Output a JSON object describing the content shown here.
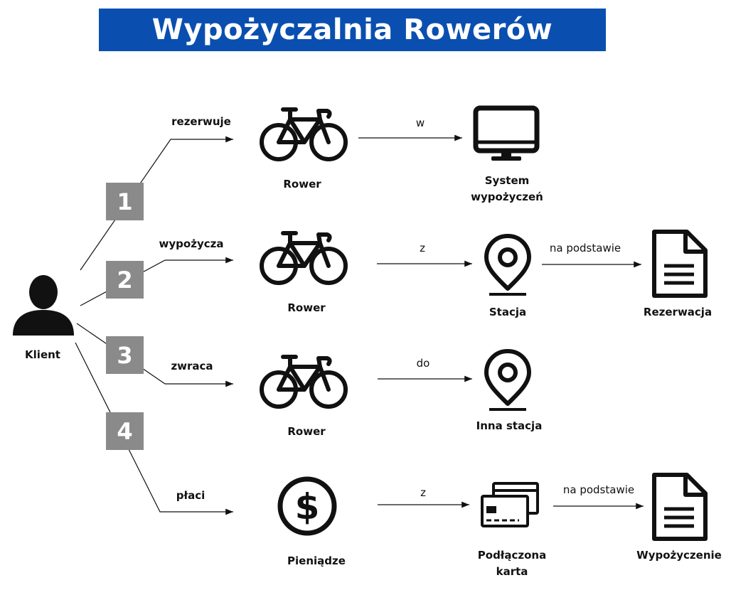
{
  "title": "Wypożyczalnia Rowerów",
  "client": {
    "label": "Klient",
    "icon": "person-icon"
  },
  "steps": [
    {
      "number": "1",
      "verb": "rezerwuje",
      "object": "Rower",
      "preposition": "w",
      "target": "System wypożyczeń",
      "target_line1": "System",
      "target_line2": "wypożyczeń"
    },
    {
      "number": "2",
      "verb": "wypożycza",
      "object": "Rower",
      "preposition": "z",
      "target": "Stacja",
      "relation": "na podstawie",
      "source": "Rezerwacja"
    },
    {
      "number": "3",
      "verb": "zwraca",
      "object": "Rower",
      "preposition": "do",
      "target": "Inna stacja"
    },
    {
      "number": "4",
      "verb": "płaci",
      "object": "Pieniądze",
      "preposition": "z",
      "target": "Podłączona karta",
      "target_line1": "Podłączona",
      "target_line2": "karta",
      "relation": "na podstawie",
      "source": "Wypożyczenie"
    }
  ],
  "colors": {
    "banner": "#0a4fb0",
    "badge": "#8a8a8a"
  }
}
